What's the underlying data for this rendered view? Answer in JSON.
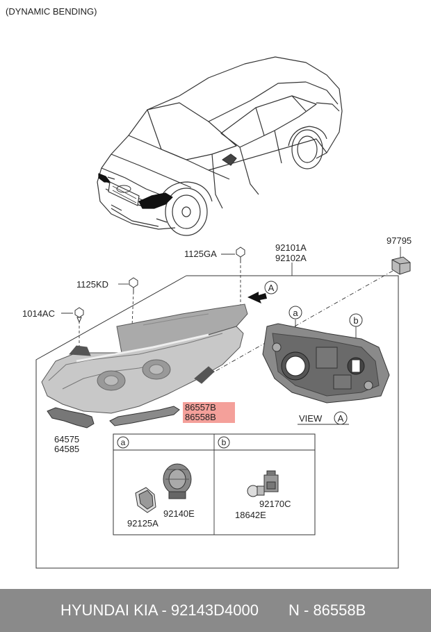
{
  "header": {
    "title": "(DYNAMIC BENDING)"
  },
  "view": {
    "label": "VIEW",
    "marker": "A"
  },
  "callout_a": "a",
  "callout_b": "b",
  "arrow_marker": "A",
  "parts": {
    "p1125GA": "1125GA",
    "p1125KD": "1125KD",
    "p1014AC": "1014AC",
    "p92101A": "92101A",
    "p92102A": "92102A",
    "p97795": "97795",
    "p86557B": "86557B",
    "p86558B": "86558B",
    "p64575": "64575",
    "p64585": "64585",
    "p92125A": "92125A",
    "p92140E": "92140E",
    "p18642E": "18642E",
    "p92170C": "92170C"
  },
  "highlight_color": "#f4a09a",
  "footer": {
    "brand": "HYUNDAI KIA - 92143D4000",
    "ref": "N - 86558B"
  }
}
